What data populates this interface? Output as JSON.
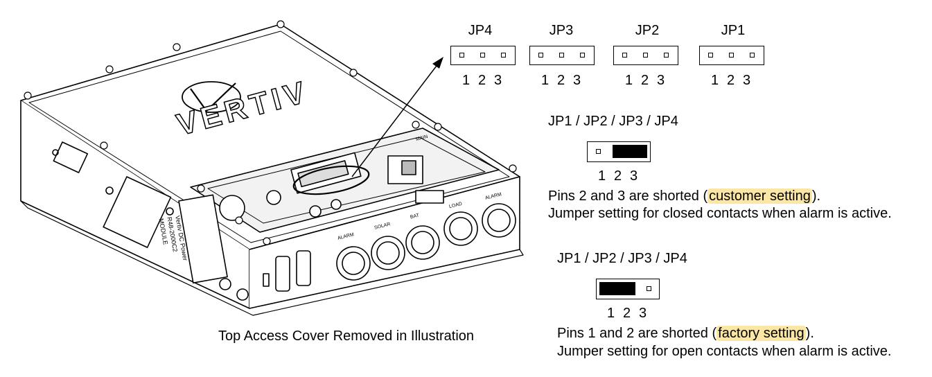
{
  "headers": [
    {
      "label": "JP4",
      "pins": [
        "1",
        "2",
        "3"
      ]
    },
    {
      "label": "JP3",
      "pins": [
        "1",
        "2",
        "3"
      ]
    },
    {
      "label": "JP2",
      "pins": [
        "1",
        "2",
        "3"
      ]
    },
    {
      "label": "JP1",
      "pins": [
        "1",
        "2",
        "3"
      ]
    }
  ],
  "device": {
    "logo_text": "VERTIV",
    "label_lines": [
      "Vertiv DC Power",
      "R48-2000C2",
      "MODULE"
    ],
    "port_labels": [
      "ALARM",
      "SOLAR",
      "BAT",
      "LOAD",
      "ALARM",
      "MAIN"
    ]
  },
  "caption": "Top Access Cover Removed in Illustration",
  "settings": [
    {
      "title": "JP1 / JP2 / JP3 / JP4",
      "pins": [
        "1",
        "2",
        "3"
      ],
      "line1_prefix": "Pins 2 and 3 are shorted (",
      "line1_highlight": "customer setting",
      "line1_suffix": ").",
      "line2": "Jumper setting for closed contacts when alarm is active.",
      "highlight_color": "#fbe7a3"
    },
    {
      "title": "JP1 / JP2 / JP3 / JP4",
      "pins": [
        "1",
        "2",
        "3"
      ],
      "line1_prefix": "Pins 1 and 2 are shorted (",
      "line1_highlight": "factory setting",
      "line1_suffix": ").",
      "line2": "Jumper setting for open contacts when alarm is active.",
      "highlight_color": "#fbe7a3"
    }
  ]
}
